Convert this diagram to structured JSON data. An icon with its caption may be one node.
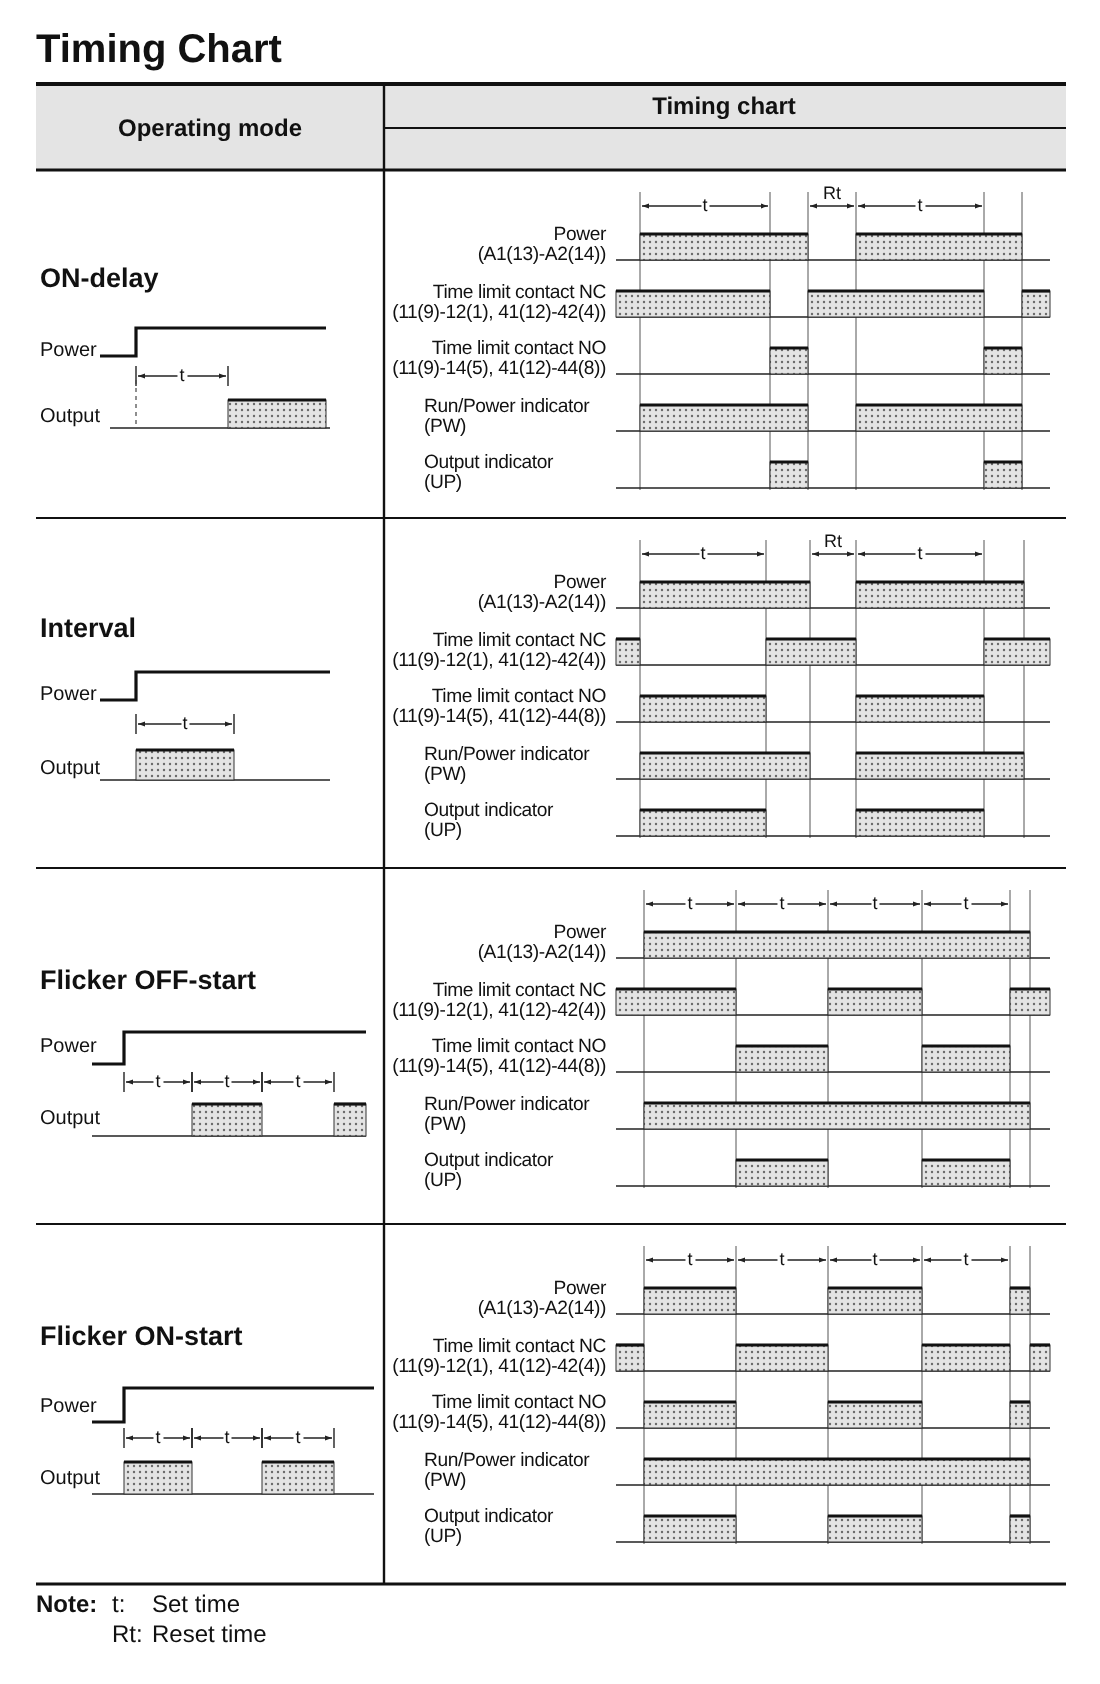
{
  "diagram": {
    "title": "Timing Chart",
    "labels": [
      "Operating mode",
      "Timing chart",
      "ON-delay",
      "Power",
      "t",
      "Output",
      "t",
      "Rt",
      "t",
      "Power",
      "(A1(13)-A2(14))",
      "Time limit contact NC",
      "(11(9)-12(1), 41(12)-42(4))",
      "Time limit contact NO",
      "(11(9)-14(5), 41(12)-44(8))",
      "Run/Power indicator",
      "(PW)",
      "Output indicator",
      "(UP)",
      "Interval",
      "Power",
      "t",
      "Output",
      "t",
      "Rt",
      "t",
      "Power",
      "(A1(13)-A2(14))",
      "Time limit contact NC",
      "(11(9)-12(1), 41(12)-42(4))",
      "Time limit contact NO",
      "(11(9)-14(5), 41(12)-44(8))",
      "Run/Power indicator",
      "(PW)",
      "Output indicator",
      "(UP)",
      "Flicker OFF-start",
      "Power",
      "t",
      "t",
      "t",
      "Output",
      "t",
      "t",
      "t",
      "t",
      "Power",
      "(A1(13)-A2(14))",
      "Time limit contact NC",
      "(11(9)-12(1), 41(12)-42(4))",
      "Time limit contact NO",
      "(11(9)-14(5), 41(12)-44(8))",
      "Run/Power indicator",
      "(PW)",
      "Output indicator",
      "(UP)",
      "Flicker ON-start",
      "Power",
      "t",
      "t",
      "t",
      "Output",
      "t",
      "t",
      "t",
      "t",
      "Power",
      "(A1(13)-A2(14))",
      "Time limit contact NC",
      "(11(9)-12(1), 41(12)-42(4))",
      "Time limit contact NO",
      "(11(9)-14(5), 41(12)-44(8))",
      "Run/Power indicator",
      "(PW)",
      "Output indicator",
      "(UP)",
      "Note:",
      "t:",
      "Set time",
      "Rt:",
      "Reset time"
    ]
  }
}
